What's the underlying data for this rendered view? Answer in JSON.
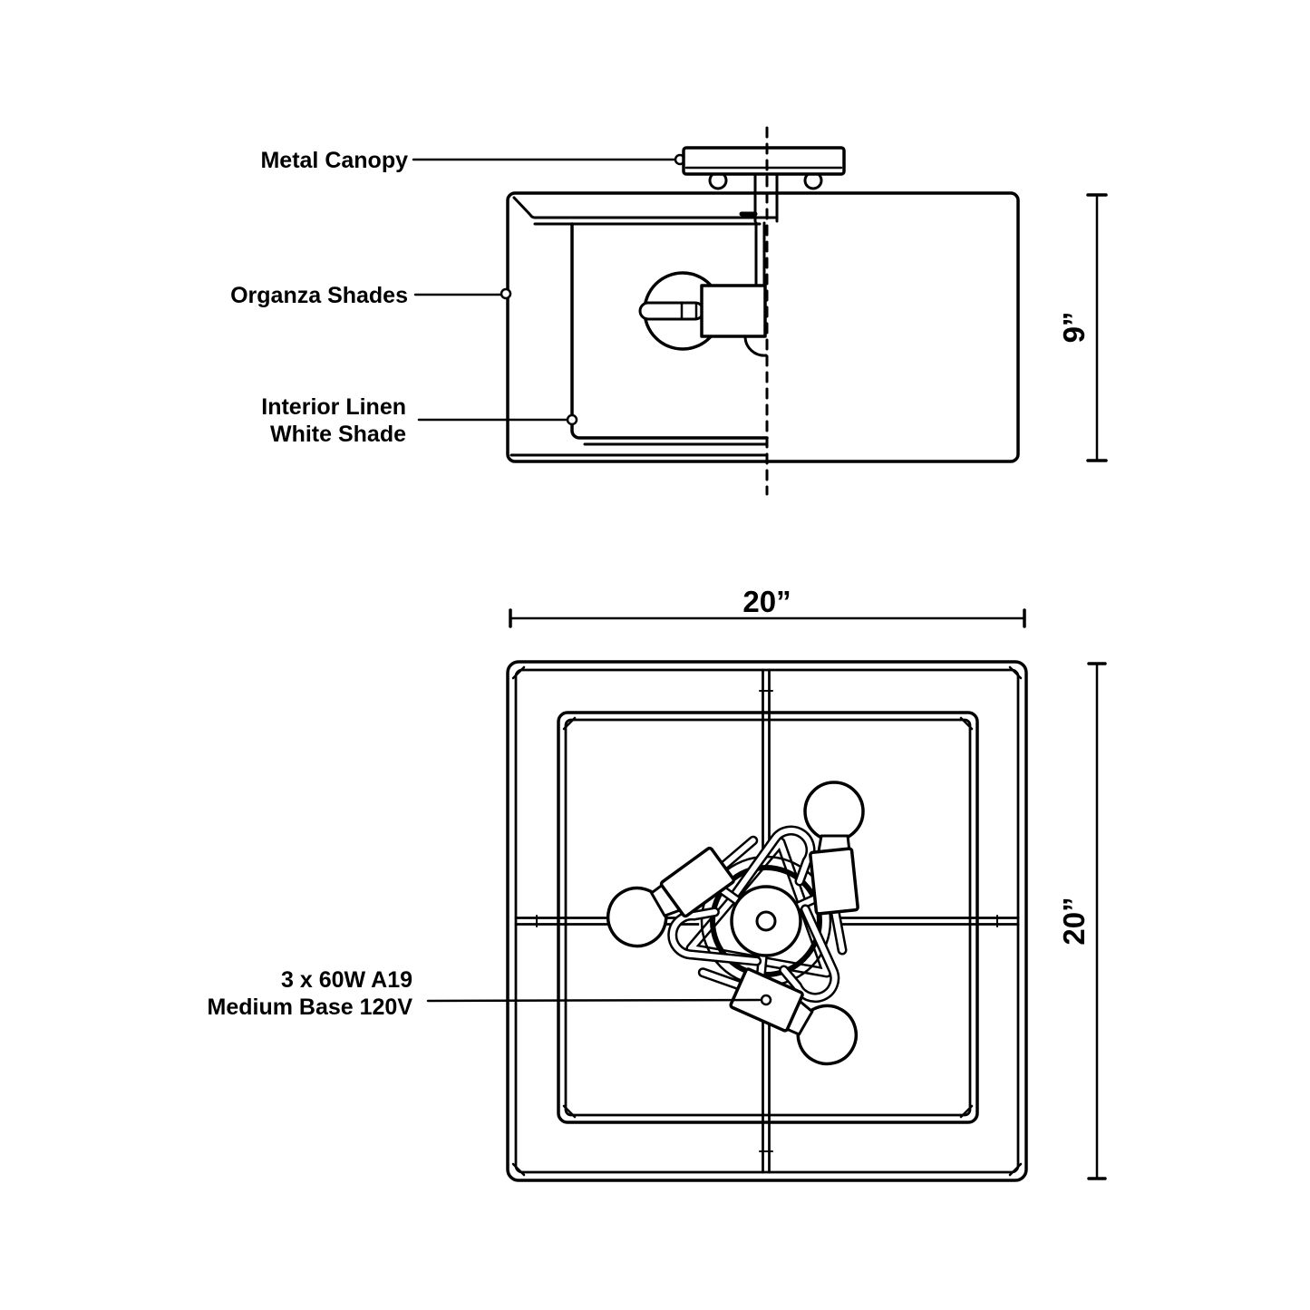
{
  "page": {
    "background_color": "#ffffff",
    "line_color": "#000000",
    "title": "Flush mount fixture spec diagram"
  },
  "side_view": {
    "labels": {
      "metal_canopy": "Metal Canopy",
      "organza_shades": "Organza Shades",
      "interior_linen_line1": "Interior Linen",
      "interior_linen_line2": "White Shade"
    },
    "dimension_height": "9”"
  },
  "bottom_view": {
    "labels": {
      "lamp_line1": "3 x 60W A19",
      "lamp_line2": "Medium Base 120V"
    },
    "dimension_width": "20”",
    "dimension_depth": "20”"
  }
}
